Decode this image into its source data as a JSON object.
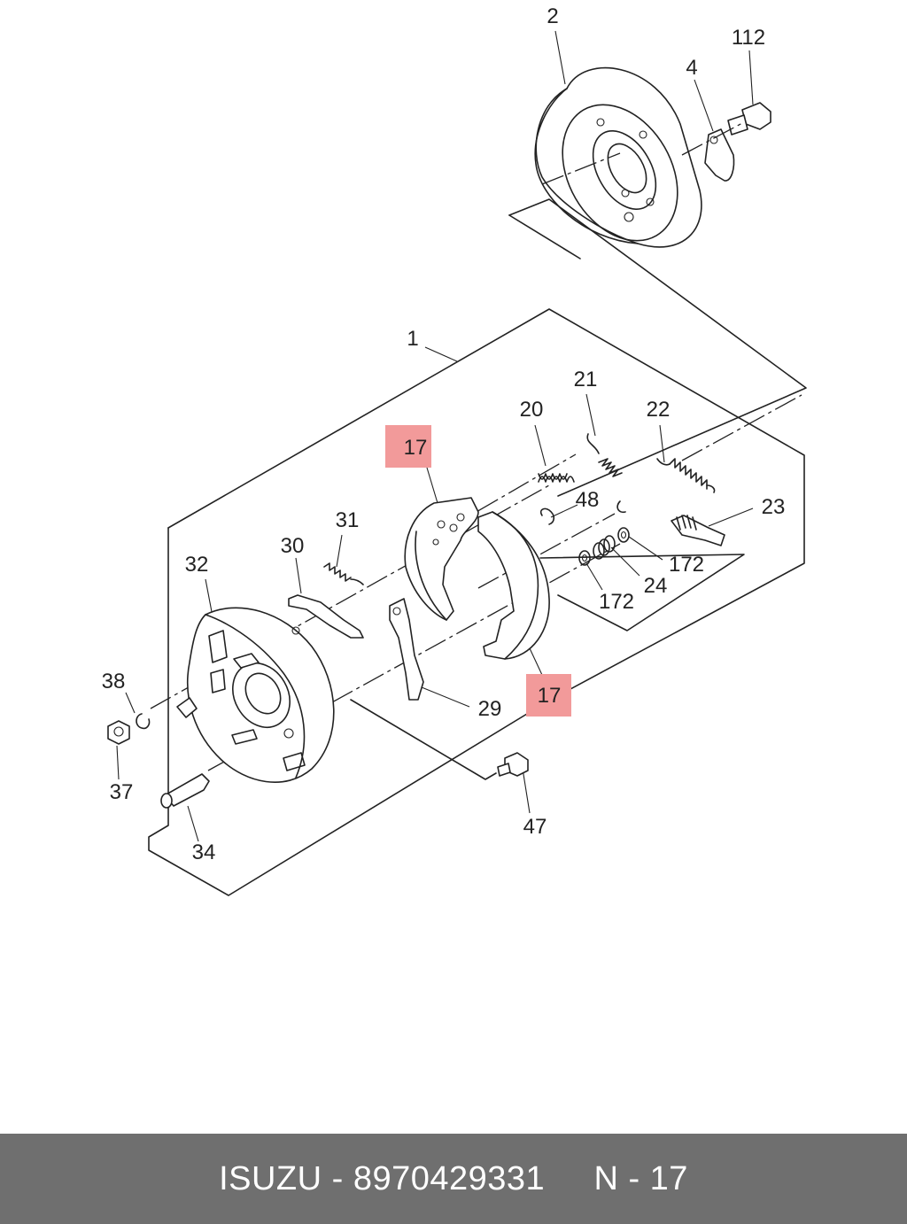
{
  "diagram": {
    "labels": {
      "drum": "2",
      "bolt_top": "112",
      "clip_top": "4",
      "assembly": "1",
      "spring_return": "20",
      "spring_upper": "21",
      "spring_adjuster": "22",
      "shoe_front": "17",
      "shoe_rear": "17",
      "clip_48": "48",
      "adjuster_screw": "23",
      "spring_31": "31",
      "strut_30": "30",
      "backing_plate": "32",
      "washer_172_right": "172",
      "spring_24": "24",
      "washer_172_left": "172",
      "lever_29": "29",
      "retainer_38": "38",
      "nut_37": "37",
      "pin_34": "34",
      "bolt_47": "47"
    },
    "highlight_color": "#f29a9a"
  },
  "footer": {
    "text": "ISUZU - 8970429331     N - 17",
    "background": "#6f6f6f"
  }
}
